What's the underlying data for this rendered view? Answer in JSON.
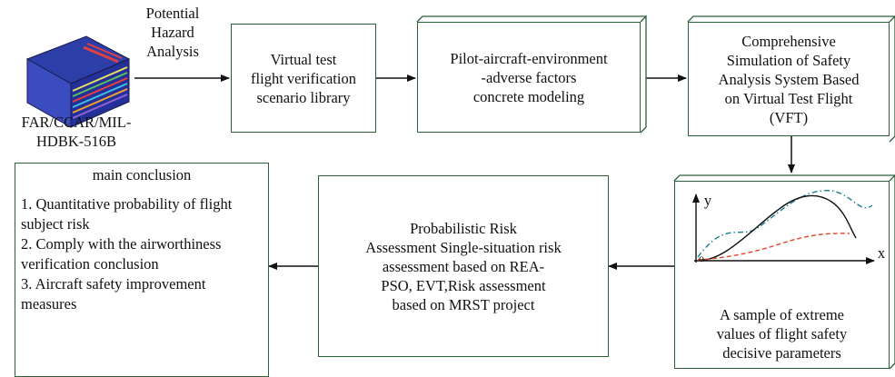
{
  "source": {
    "arrow_label": [
      "Potential",
      "Hazard",
      "Analysis"
    ],
    "caption": [
      "FAR/CCAR/MIL-",
      "HDBK-516B"
    ]
  },
  "box1": {
    "lines": [
      "Virtual test",
      "flight verification",
      "scenario library"
    ]
  },
  "box2": {
    "lines": [
      "Pilot-aircraft-environment",
      "-adverse factors",
      "concrete modeling"
    ]
  },
  "box3": {
    "lines": [
      "Comprehensive",
      "Simulation of Safety",
      "Analysis System Based",
      "on Virtual Test Flight",
      "(VFT)"
    ]
  },
  "sample": {
    "axis_x": "x",
    "axis_y": "y",
    "origin": "o",
    "caption": [
      "A sample of extreme",
      "values of flight safety",
      "decisive parameters"
    ]
  },
  "risk": {
    "lines": [
      "Probabilistic Risk",
      "Assessment Single-situation risk",
      "assessment based on REA-",
      "PSO, EVT,Risk assessment",
      "based on MRST project"
    ]
  },
  "conclusion": {
    "title": "main conclusion",
    "items": [
      "1. Quantitative probability of flight subject risk",
      "2. Comply with the airworthiness verification conclusion",
      "3. Aircraft safety improvement measures"
    ]
  },
  "colors": {
    "border": "#2d5e3a",
    "curve_black": "#111111",
    "curve_teal": "#1a7f8f",
    "curve_red": "#e0462a",
    "book_blue": "#2c3fa8"
  }
}
